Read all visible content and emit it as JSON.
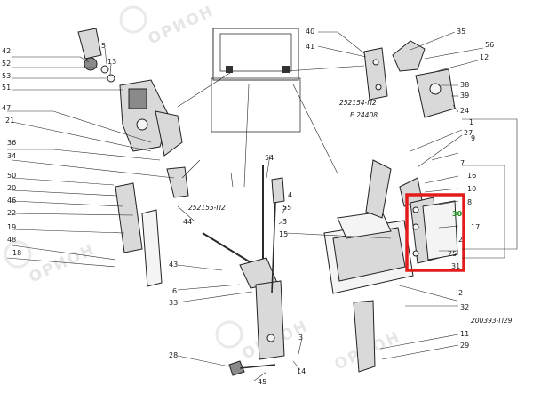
{
  "diagram": {
    "watermark": "ОРИОН",
    "highlight_color": "#e31b1b",
    "highlight_label": "30",
    "left_labels": [
      "42",
      "52",
      "53",
      "51",
      "47",
      "21",
      "36",
      "34",
      "50",
      "20",
      "46",
      "22",
      "19",
      "48",
      "18"
    ],
    "top_labels": [
      "5",
      "13",
      "40",
      "41",
      "35",
      "56",
      "12",
      "38",
      "39",
      "24",
      "1",
      "27",
      "9",
      "7",
      "16",
      "10",
      "8",
      "30",
      "17",
      "2",
      "25",
      "31"
    ],
    "center_labels": [
      "54",
      "4",
      "55",
      "15",
      "3",
      "43",
      "6",
      "33",
      "28",
      "45",
      "44",
      "14",
      "2",
      "32",
      "11",
      "29",
      "3"
    ],
    "codes": [
      "252154-П2",
      "Е 24408",
      "252155-П2",
      "200393-П29"
    ]
  }
}
